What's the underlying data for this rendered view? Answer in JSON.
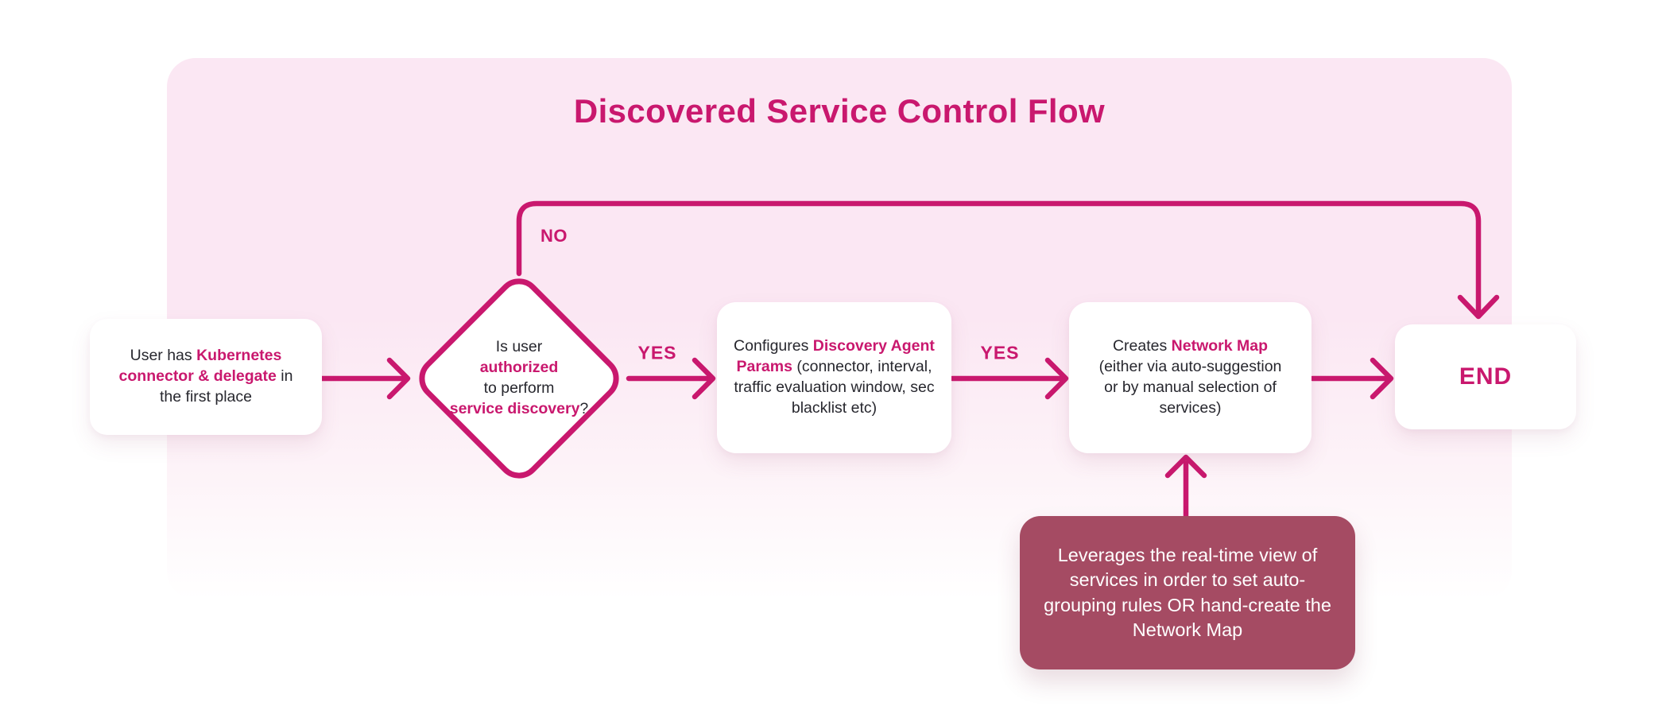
{
  "title": "Discovered Service Control Flow",
  "colors": {
    "accent": "#C9186E",
    "panel_pink": "#FBE7F3",
    "note_maroon": "#A54B63",
    "text_dark": "#27272E",
    "node_bg": "#FFFFFF"
  },
  "edge_labels": {
    "no": "NO",
    "yes_decision_to_configure": "YES",
    "yes_configure_to_create": "YES"
  },
  "nodes": {
    "start": {
      "segments": [
        {
          "text": "User has ",
          "accent": false
        },
        {
          "text": "Kubernetes connector & delegate",
          "accent": true
        },
        {
          "text": " in the first place",
          "accent": false
        }
      ]
    },
    "decision": {
      "segments": [
        {
          "text": "Is user",
          "accent": false
        },
        {
          "br": true
        },
        {
          "text": "authorized",
          "accent": true
        },
        {
          "br": true
        },
        {
          "text": "to perform",
          "accent": false
        },
        {
          "br": true
        },
        {
          "text": "service discovery",
          "accent": true
        },
        {
          "text": "?",
          "accent": false
        }
      ]
    },
    "configure": {
      "segments": [
        {
          "text": "Configures ",
          "accent": false
        },
        {
          "text": "Discovery Agent Params",
          "accent": true
        },
        {
          "text": " (connector, interval, traffic evaluation window, sec blacklist etc)",
          "accent": false
        }
      ]
    },
    "create_map": {
      "segments": [
        {
          "text": "Creates ",
          "accent": false
        },
        {
          "text": "Network Map",
          "accent": true
        },
        {
          "text": " (either via auto-suggestion or by manual selection of services)",
          "accent": false
        }
      ]
    },
    "end": {
      "label": "END"
    },
    "note": {
      "text": "Leverages the real-time view of services in order to set auto-grouping rules OR hand-create the Network Map"
    }
  }
}
